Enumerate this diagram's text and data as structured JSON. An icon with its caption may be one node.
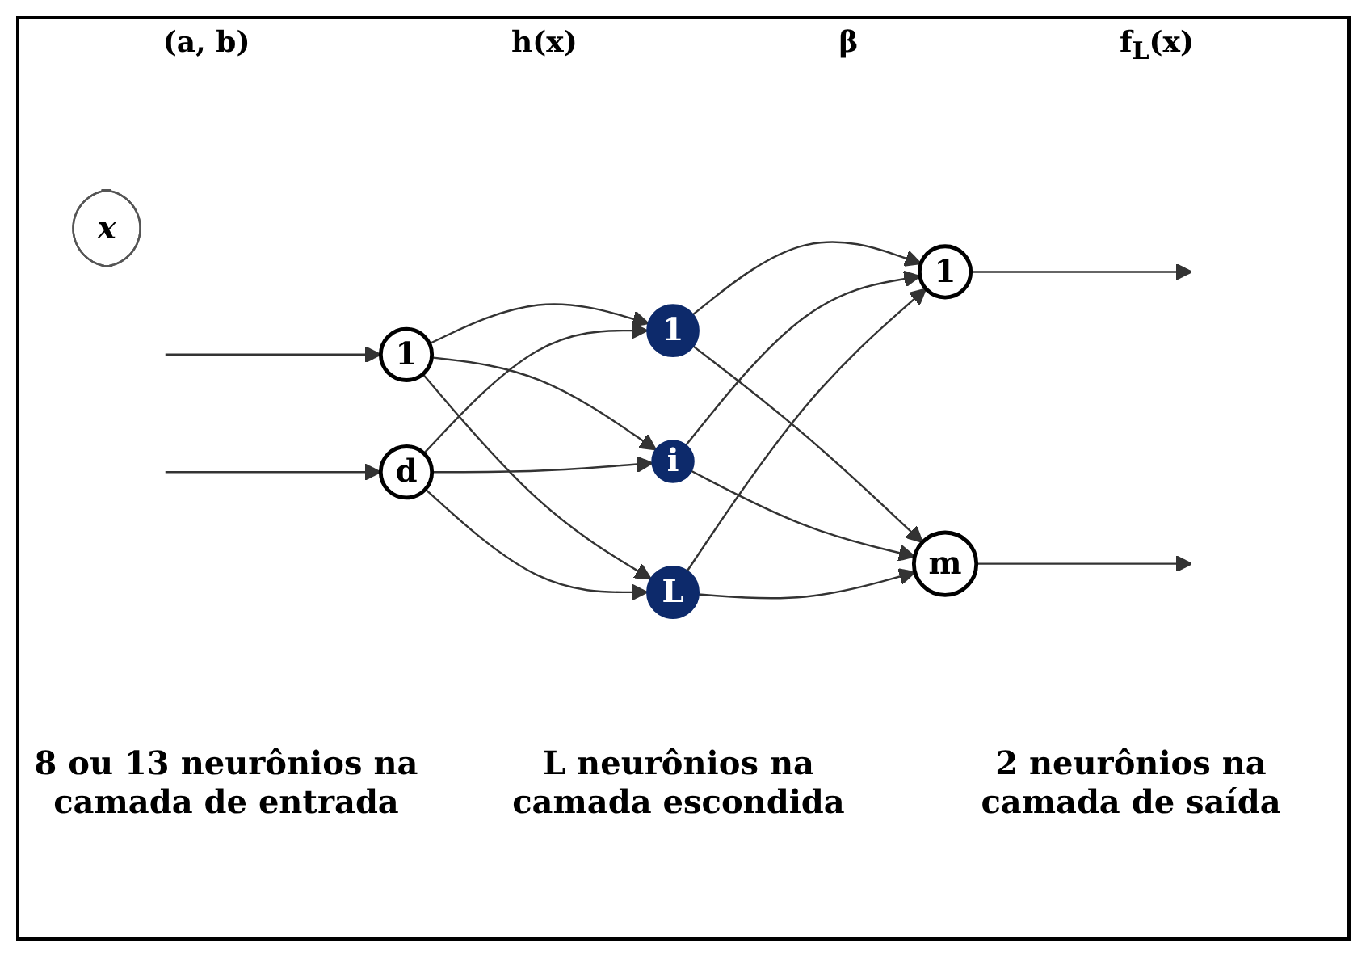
{
  "diagram": {
    "nodes": [
      {
        "text": [
          "x"
        ]
      },
      {
        "text": [
          "1"
        ]
      },
      {
        "text": [
          "d"
        ]
      },
      {
        "text": [
          "1"
        ]
      },
      {
        "text": [
          "i"
        ]
      },
      {
        "text": [
          "L"
        ]
      },
      {
        "text": [
          "1"
        ]
      },
      {
        "text": [
          "m"
        ]
      }
    ],
    "edges": [
      {
        "from": null,
        "to": 1,
        "arrow": "to"
      },
      {
        "from": null,
        "to": 2,
        "arrow": "to"
      },
      {
        "from": 1,
        "to": 3,
        "arrow": "to"
      },
      {
        "from": 1,
        "to": 4,
        "arrow": "to"
      },
      {
        "from": 1,
        "to": 5,
        "arrow": "to"
      },
      {
        "from": 2,
        "to": 3,
        "arrow": "to"
      },
      {
        "from": 2,
        "to": 4,
        "arrow": "to"
      },
      {
        "from": 2,
        "to": 5,
        "arrow": "to"
      },
      {
        "from": 3,
        "to": 6,
        "arrow": "to"
      },
      {
        "from": 3,
        "to": 7,
        "arrow": "to"
      },
      {
        "from": 4,
        "to": 6,
        "arrow": "to"
      },
      {
        "from": 4,
        "to": 7,
        "arrow": "to"
      },
      {
        "from": 5,
        "to": 6,
        "arrow": "to"
      },
      {
        "from": 5,
        "to": 7,
        "arrow": "to"
      },
      {
        "from": 6,
        "to": null,
        "arrow": "to"
      },
      {
        "from": 7,
        "to": null,
        "arrow": "to"
      }
    ],
    "labels": [
      "(a, b)",
      "h(x)",
      "β",
      "f$_{L}$(x)",
      "8 ou 13 neurônios na camada de entrada",
      "L neurônios na camada escondida",
      "2 neurônios na camada de saída"
    ]
  }
}
